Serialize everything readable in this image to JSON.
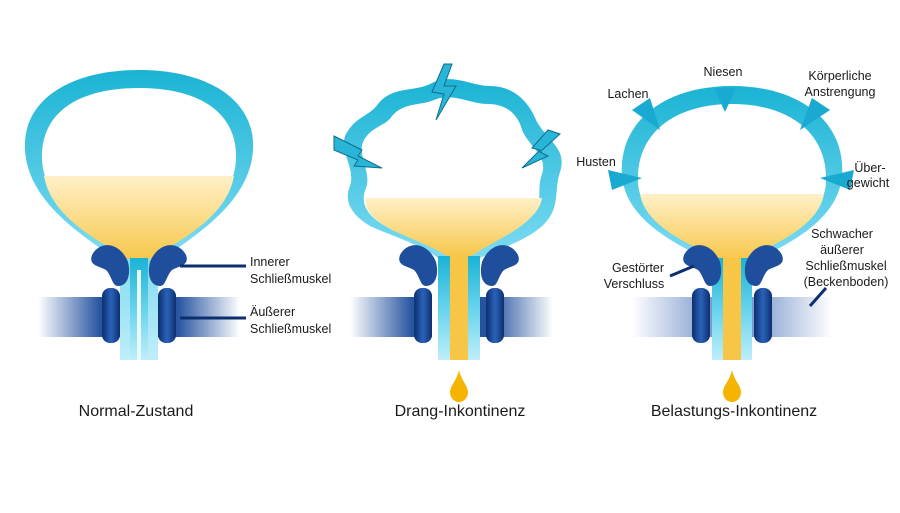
{
  "panels": {
    "normal": {
      "caption": "Normal-Zustand",
      "inner_sphincter_label": [
        "Innerer",
        "Schließmuskel"
      ],
      "outer_sphincter_label": [
        "Äußerer",
        "Schließmuskel"
      ]
    },
    "urge": {
      "caption": "Drang-Inkontinenz"
    },
    "stress": {
      "caption": "Belastungs-Inkontinenz",
      "force_labels": {
        "sneeze": "Niesen",
        "laugh": "Lachen",
        "exertion": [
          "Körperliche",
          "Anstrengung"
        ],
        "cough": "Husten",
        "overweight": [
          "Über-",
          "gewicht"
        ]
      },
      "closure_label": [
        "Gestörter",
        "Verschluss"
      ],
      "weak_floor_label": [
        "Schwacher",
        "äußerer",
        "Schließmuskel",
        "(Beckenboden)"
      ]
    }
  },
  "colors": {
    "bladder_wall_dark": "#1bb3d4",
    "bladder_wall_light": "#bfeefa",
    "urine_light": "#fff0c8",
    "urine_dark": "#f7c646",
    "sphincter": "#1f4e9c",
    "sphincter_dark": "#0d2f70",
    "drop": "#f5b400",
    "lightning": "#29b5d8",
    "arrow": "#1aa9d0"
  }
}
